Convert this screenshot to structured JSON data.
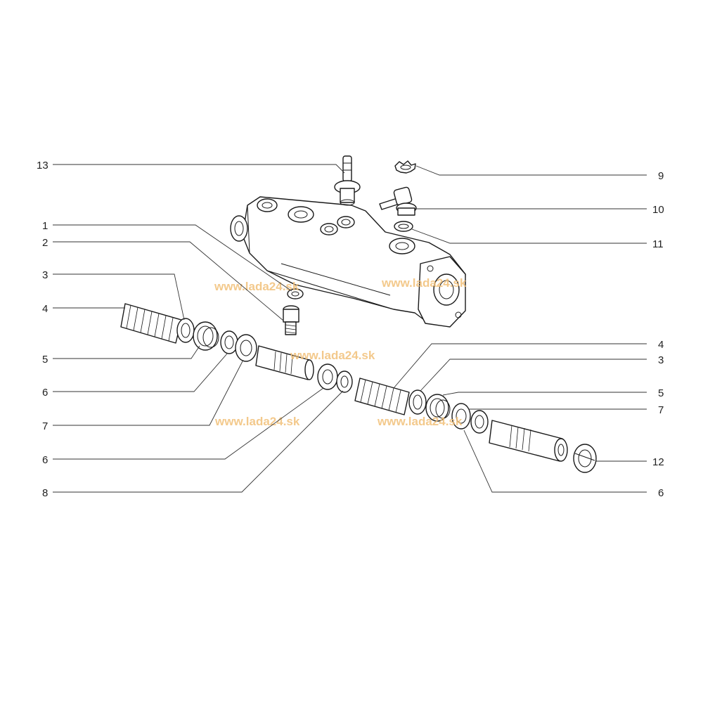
{
  "watermark": "www.lada24.sk",
  "colors": {
    "watermark": "#f2c078",
    "line": "#1a1a1a",
    "background": "#ffffff"
  },
  "callouts": {
    "c13": "13",
    "c9": "9",
    "c10": "10",
    "c11": "11",
    "c1": "1",
    "c2": "2",
    "c3_left": "3",
    "c4_left": "4",
    "c5_left": "5",
    "c6_left_a": "6",
    "c7_left": "7",
    "c6_left_b": "6",
    "c8": "8",
    "c4_right": "4",
    "c3_right": "3",
    "c5_right": "5",
    "c7_right": "7",
    "c12": "12",
    "c6_right": "6"
  }
}
